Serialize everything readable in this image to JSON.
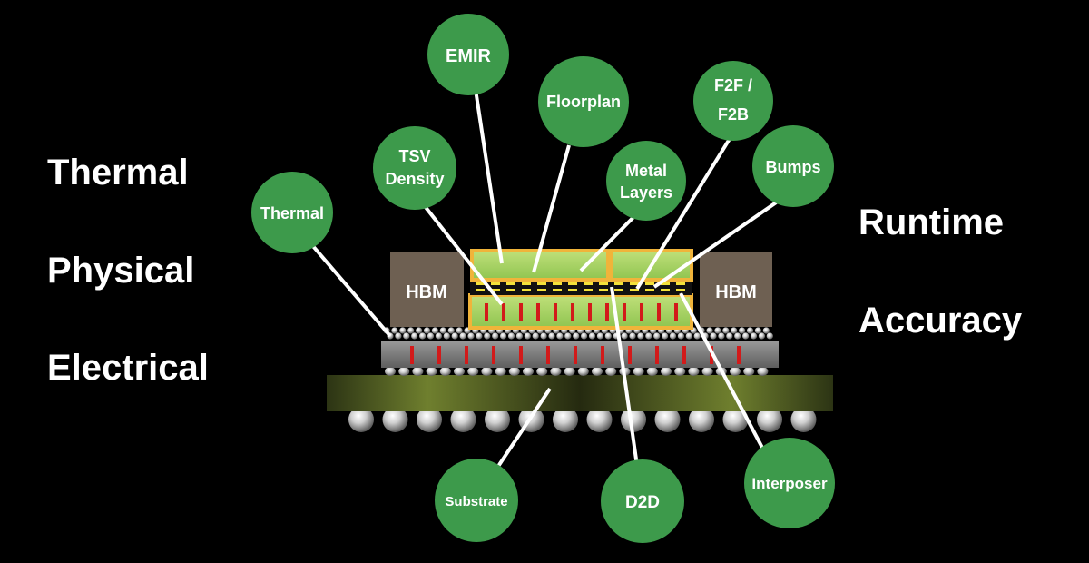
{
  "left_labels": [
    "Thermal",
    "Physical",
    "Electrical"
  ],
  "right_labels": [
    "Runtime",
    "Accuracy"
  ],
  "hbm_labels": [
    "HBM",
    "HBM"
  ],
  "bubbles": {
    "emir": "EMIR",
    "floorplan": "Floorplan",
    "f2f": [
      "F2F /",
      "F2B"
    ],
    "tsv": [
      "TSV",
      "Density"
    ],
    "metal": [
      "Metal",
      "Layers"
    ],
    "bumps": "Bumps",
    "thermal": "Thermal",
    "substrate": "Substrate",
    "d2d": "D2D",
    "interposer": "Interposer"
  },
  "colors": {
    "background": "#000000",
    "bubble_fill": "#3d9a4b",
    "hbm_fill": "#6e6052",
    "die_fill": "#a9d562",
    "die_border": "#f0b43a",
    "tsv_red": "#d21a1a",
    "interposer_gray": "#8a8a8a",
    "substrate_olive": "#4a5a1e"
  }
}
